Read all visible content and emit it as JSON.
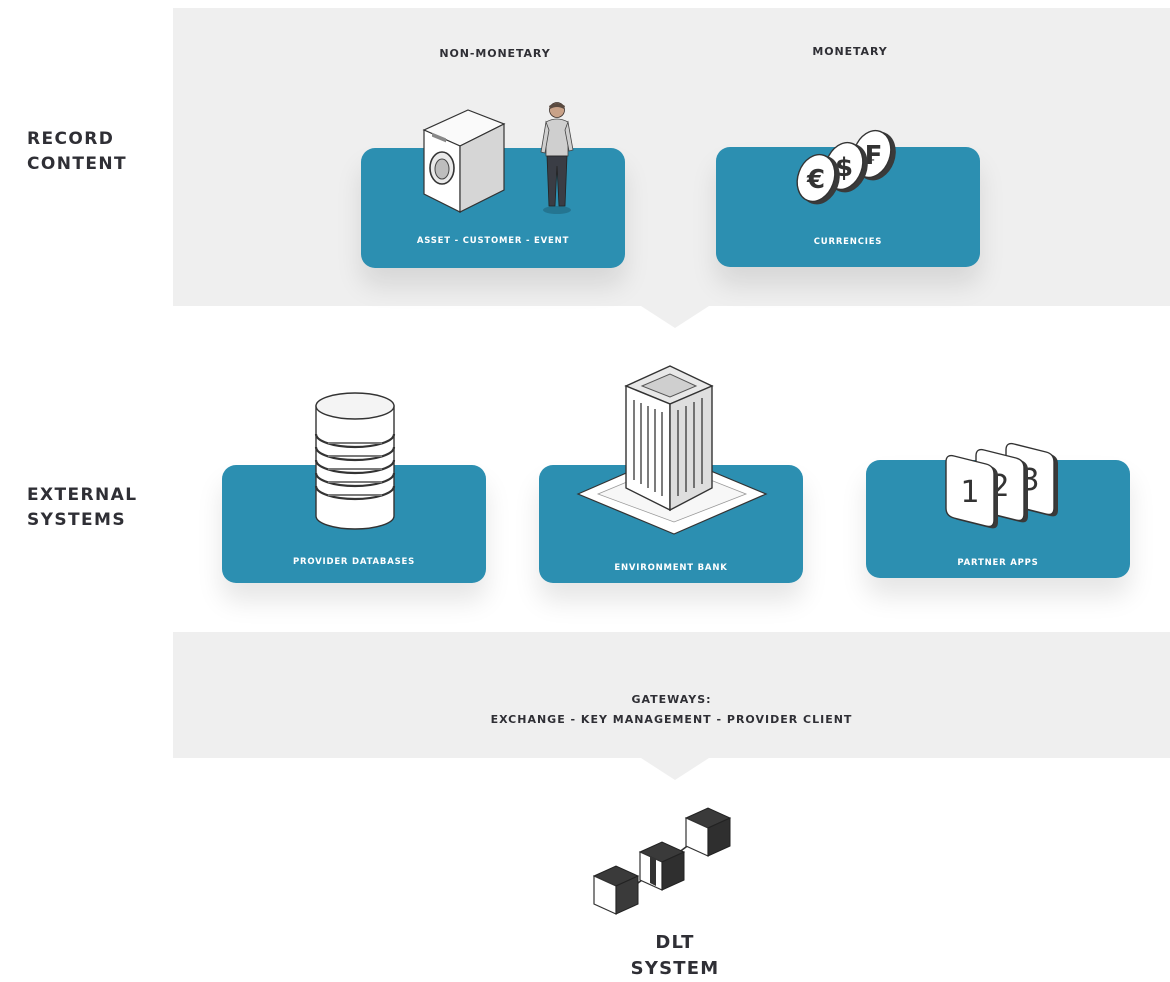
{
  "rows": {
    "record_content": [
      "RECORD",
      "CONTENT"
    ],
    "external_systems": [
      "EXTERNAL",
      "SYSTEMS"
    ]
  },
  "columns": {
    "non_monetary": "NON-MONETARY",
    "monetary": "MONETARY"
  },
  "cards": {
    "asset_customer_event": "ASSET - CUSTOMER - EVENT",
    "currencies": "CURRENCIES",
    "provider_databases": "PROVIDER DATABASES",
    "environment_bank": "ENVIRONMENT BANK",
    "partner_apps": "PARTNER APPS"
  },
  "coins": [
    "€",
    "$",
    "₣"
  ],
  "app_numbers": [
    "1",
    "2",
    "3"
  ],
  "gateways": {
    "title": "GATEWAYS:",
    "items": "EXCHANGE - KEY MANAGEMENT - PROVIDER CLIENT"
  },
  "dlt": [
    "DLT",
    "SYSTEM"
  ],
  "colors": {
    "card": "#2c8fb1",
    "band": "#efefef",
    "text": "#2f2f35"
  }
}
